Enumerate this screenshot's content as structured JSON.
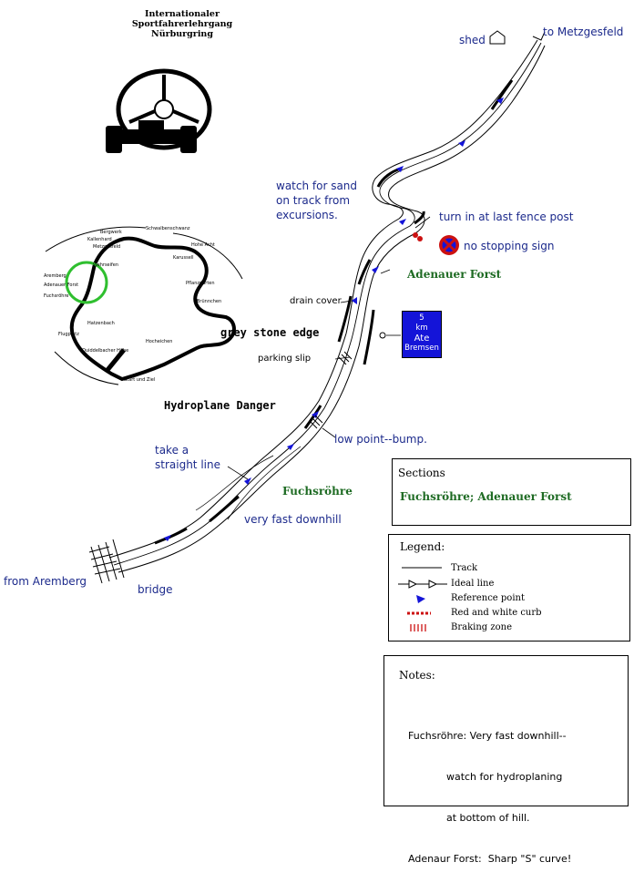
{
  "header": {
    "line1": "Internationaler",
    "line2": "Sportfahrerlehrgang",
    "line3": "Nürburgring"
  },
  "labels": {
    "shed": "shed",
    "to_metzgesfeld": "to Metzgesfeld",
    "watch_sand_1": "watch for sand",
    "watch_sand_2": "on track from",
    "watch_sand_3": "excursions.",
    "turn_in": "turn in at last fence post",
    "no_stopping": "no stopping sign",
    "adenauer_forst": "Adenauer Forst",
    "drain_cover": "drain cover",
    "grey_stone_edge": "grey stone edge",
    "parking_slip": "parking slip",
    "hydroplane_danger": "Hydroplane Danger",
    "low_point": "low point--bump.",
    "take_straight_1": "take a",
    "take_straight_2": "straight line",
    "fuchsrohre": "Fuchsröhre",
    "very_fast_downhill": "very fast downhill",
    "from_aremberg": "from Aremberg",
    "bridge": "bridge"
  },
  "sign_5km": {
    "line1": "5",
    "line2": "km",
    "line3": "Ate",
    "line4": "Bremsen"
  },
  "minimap_labels": [
    "Bergwerk",
    "Kallenhard",
    "Wehrseifen",
    "Aremberg",
    "Adenauer Forst",
    "Metzgesfeld",
    "Fuchsröhre",
    "Schwalbenschwanz",
    "Karussell",
    "Hohe Acht",
    "Pflanzgarten",
    "Brünnchen",
    "Flugplatz",
    "Quiddelbacher Höhe",
    "Hatzenbach",
    "Hocheichen",
    "Start und Ziel"
  ],
  "sections": {
    "title": "Sections",
    "text": "Fuchsröhre; Adenauer Forst"
  },
  "legend": {
    "title": "Legend:",
    "items": [
      "Track",
      "Ideal line",
      "Reference point",
      "Red and white curb",
      "Braking zone"
    ]
  },
  "notes": {
    "title": "Notes:",
    "rows": [
      "Fuchsröhre: Very fast downhill--",
      "            watch for hydroplaning",
      "            at bottom of hill.",
      "Adenaur Forst:  Sharp \"S\" curve!"
    ]
  },
  "colors": {
    "label_blue": "#1c2a8c",
    "label_green": "#1e6b23",
    "marker_blue": "#1414d8",
    "curb_red": "#cc1111",
    "ring_green": "#2fbf2f"
  }
}
